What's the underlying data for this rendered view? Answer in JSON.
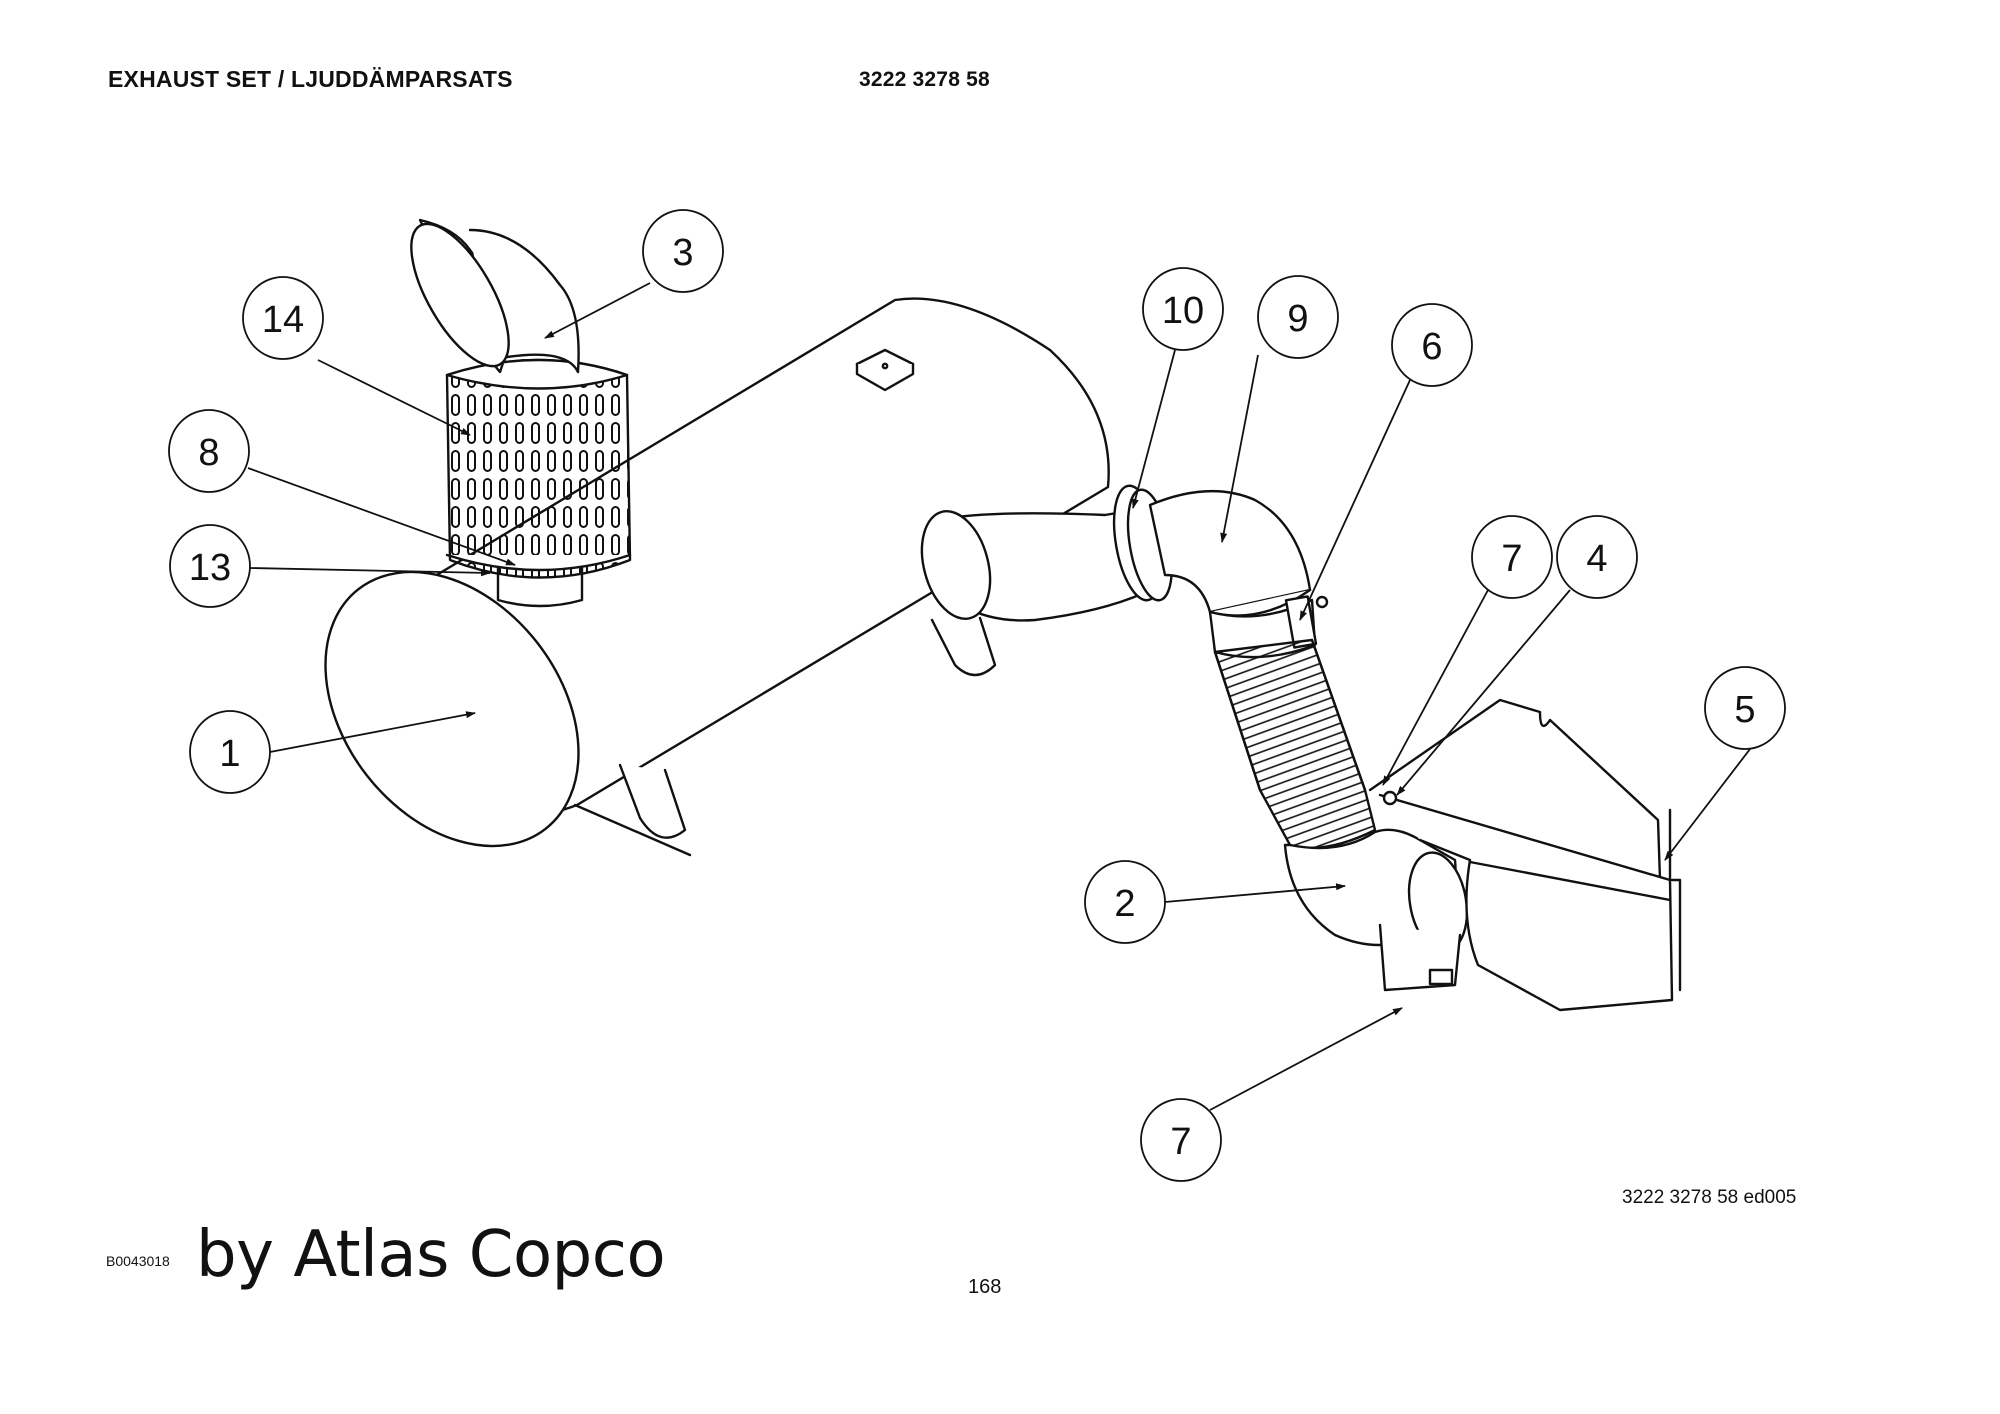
{
  "header": {
    "title": "EXHAUST SET / LJUDDÄMPARSATS",
    "part_number": "3222 3278 58"
  },
  "footer": {
    "drawing_ref": "3222 3278 58 ed005",
    "image_code": "B0043018",
    "brand": "by Atlas Copco",
    "page_number": "168"
  },
  "callouts": [
    {
      "id": "callout-1",
      "label": "1"
    },
    {
      "id": "callout-2",
      "label": "2"
    },
    {
      "id": "callout-3",
      "label": "3"
    },
    {
      "id": "callout-4",
      "label": "4"
    },
    {
      "id": "callout-5",
      "label": "5"
    },
    {
      "id": "callout-6",
      "label": "6"
    },
    {
      "id": "callout-7a",
      "label": "7"
    },
    {
      "id": "callout-7b",
      "label": "7"
    },
    {
      "id": "callout-8",
      "label": "8"
    },
    {
      "id": "callout-9",
      "label": "9"
    },
    {
      "id": "callout-10",
      "label": "10"
    },
    {
      "id": "callout-13",
      "label": "13"
    },
    {
      "id": "callout-14",
      "label": "14"
    }
  ]
}
